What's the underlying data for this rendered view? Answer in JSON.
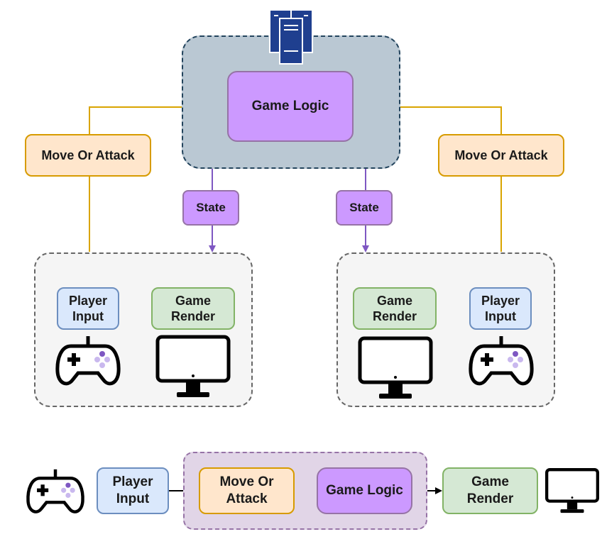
{
  "colors": {
    "server_fill": "#bac8d3",
    "server_stroke": "#23445d",
    "logic_fill": "#cc99ff",
    "logic_stroke": "#9673a6",
    "move_fill": "#ffe6cc",
    "move_stroke": "#d79b00",
    "input_fill": "#dae8fc",
    "input_stroke": "#6c8ebf",
    "render_fill": "#d5e8d4",
    "render_stroke": "#82b366",
    "client_fill": "#f5f5f5",
    "pipeline_fill": "#e1d5e7",
    "state_arrow": "#7e57c2",
    "action_arrow": "#d9a400"
  },
  "icons": {
    "server": "server-icon",
    "controller": "gamepad-icon",
    "monitor": "monitor-icon"
  },
  "server": {
    "logic_label": "Game Logic"
  },
  "actions": {
    "left_label": "Move Or Attack",
    "right_label": "Move Or Attack"
  },
  "states": {
    "left_label": "State",
    "right_label": "State"
  },
  "clients": {
    "left": {
      "input_label": "Player\nInput",
      "render_label": "Game\nRender"
    },
    "right": {
      "input_label": "Player\nInput",
      "render_label": "Game\nRender"
    }
  },
  "pipeline": {
    "input_label": "Player\nInput",
    "move_label": "Move Or\nAttack",
    "logic_label": "Game Logic",
    "render_label": "Game\nRender"
  }
}
